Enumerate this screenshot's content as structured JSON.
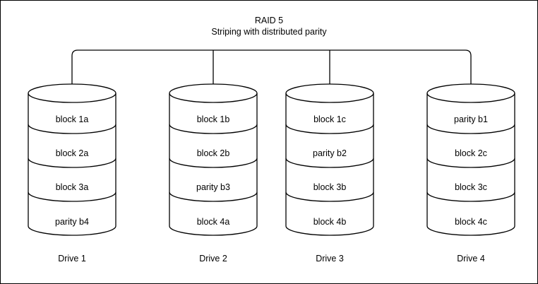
{
  "title": "RAID 5",
  "subtitle": "Striping with distributed parity",
  "drives": [
    {
      "label": "Drive 1",
      "segments": [
        "block 1a",
        "block 2a",
        "block 3a",
        "parity b4"
      ]
    },
    {
      "label": "Drive 2",
      "segments": [
        "block 1b",
        "block 2b",
        "parity b3",
        "block 4a"
      ]
    },
    {
      "label": "Drive 3",
      "segments": [
        "block 1c",
        "parity b2",
        "block 3b",
        "block 4b"
      ]
    },
    {
      "label": "Drive 4",
      "segments": [
        "parity b1",
        "block 2c",
        "block 3c",
        "block 4c"
      ]
    }
  ],
  "colors": {
    "stroke": "#000000",
    "background": "#ffffff",
    "border": "#000000"
  }
}
